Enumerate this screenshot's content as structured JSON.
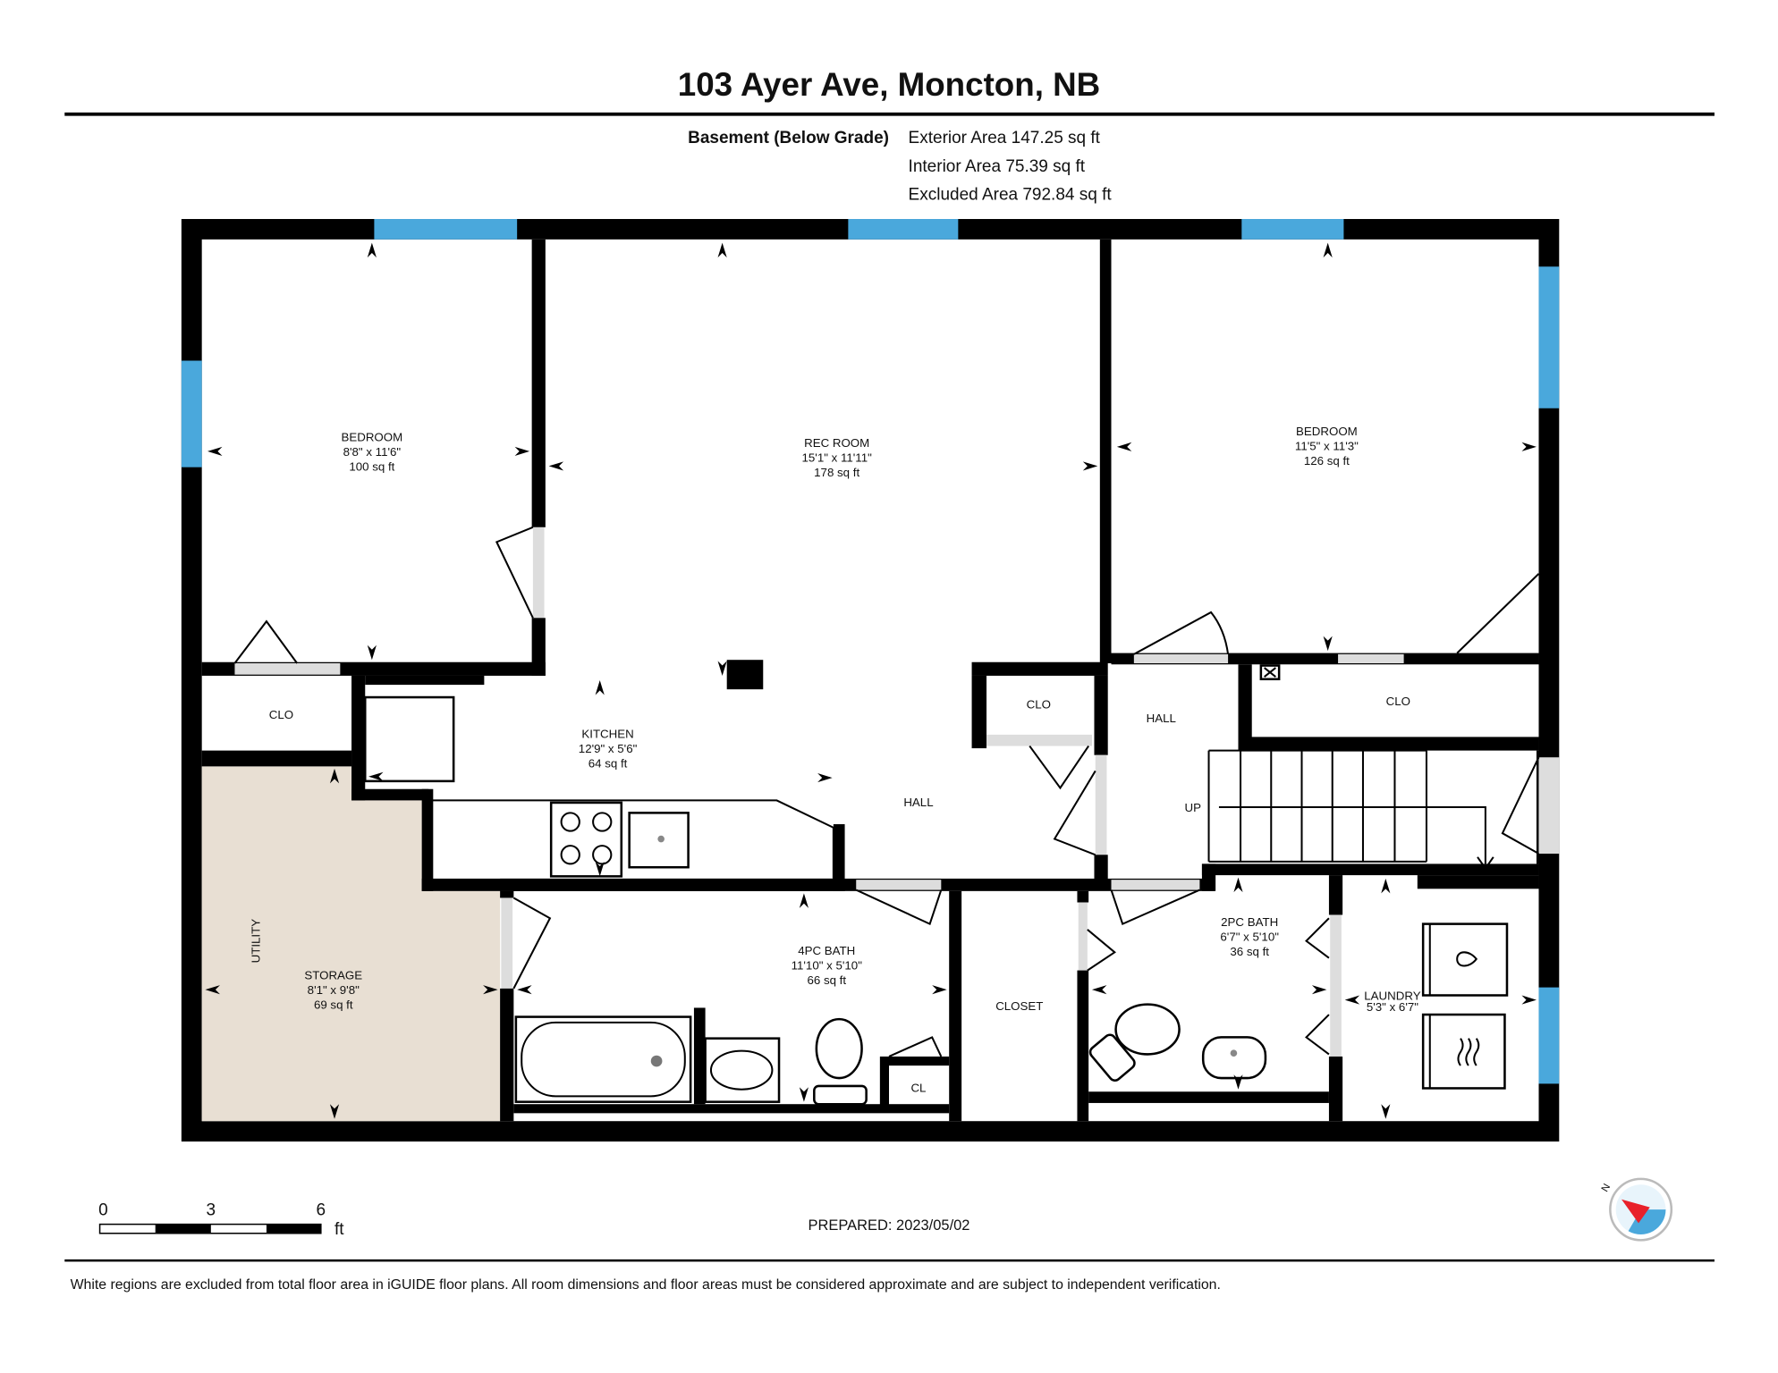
{
  "header": {
    "title": "103 Ayer Ave, Moncton, NB",
    "level": "Basement (Below Grade)",
    "areas": [
      "Exterior Area 147.25 sq ft",
      "Interior Area 75.39 sq ft",
      "Excluded Area 792.84 sq ft"
    ]
  },
  "rooms": {
    "bedroom_left": {
      "name": "BEDROOM",
      "dims": "8'8\" x 11'6\"",
      "area": "100 sq ft"
    },
    "rec_room": {
      "name": "REC ROOM",
      "dims": "15'1\" x 11'11\"",
      "area": "178 sq ft"
    },
    "bedroom_right": {
      "name": "BEDROOM",
      "dims": "11'5\" x 11'3\"",
      "area": "126 sq ft"
    },
    "kitchen": {
      "name": "KITCHEN",
      "dims": "12'9\" x 5'6\"",
      "area": "64 sq ft"
    },
    "storage": {
      "name": "STORAGE",
      "dims": "8'1\" x 9'8\"",
      "area": "69 sq ft"
    },
    "utility": "UTILITY",
    "bath4": {
      "name": "4PC BATH",
      "dims": "11'10\" x 5'10\"",
      "area": "66 sq ft"
    },
    "bath2": {
      "name": "2PC BATH",
      "dims": "6'7\" x 5'10\"",
      "area": "36 sq ft"
    },
    "laundry": {
      "name": "LAUNDRY",
      "dims": "5'3\" x 6'7\""
    },
    "clo_left": "CLO",
    "clo_mid": "CLO",
    "clo_right": "CLO",
    "hall_center": "HALL",
    "hall_right": "HALL",
    "closet": "CLOSET",
    "cl": "CL",
    "up": "UP"
  },
  "colors": {
    "wall": "#000000",
    "window": "#4aa8dc",
    "door_gap": "#dddddd",
    "included_area": "#e8dfd3"
  },
  "scale_bar": {
    "labels": [
      "0",
      "3",
      "6"
    ],
    "unit": "ft"
  },
  "prepared": "PREPARED: 2023/05/02",
  "compass": {
    "north_label": "N",
    "icon": "compass-icon"
  },
  "footer": "White regions are excluded from total floor area in iGUIDE floor plans. All room dimensions and floor areas must be considered approximate and are subject to independent verification."
}
